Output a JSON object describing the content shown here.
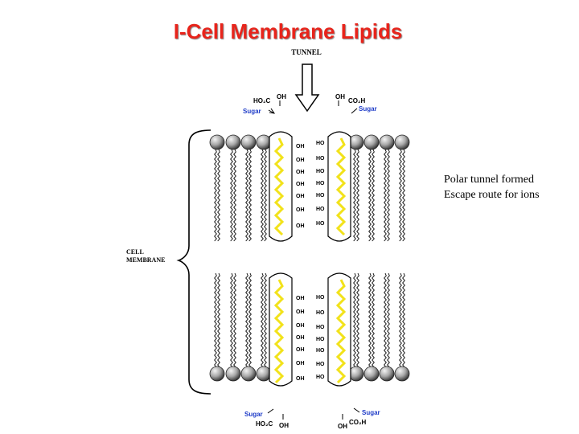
{
  "title": "I-Cell Membrane Lipids",
  "diagram": {
    "tunnel_label": "TUNNEL",
    "membrane_label_line1": "CELL",
    "membrane_label_line2": "MEMBRANE",
    "sugar": "Sugar",
    "ho2c": "HO₂C",
    "co2h": "CO₂H",
    "oh": "OH",
    "ho": "HO"
  },
  "captions": [
    "Polar tunnel formed",
    "Escape route for ions"
  ],
  "colors": {
    "title": "#e8241b",
    "sugar": "#1f3cc8",
    "steroid_ring": "#f2e21a",
    "lipid_head": "#9a9a9a"
  },
  "icons": [
    "arrow-down-icon",
    "brace-icon"
  ]
}
